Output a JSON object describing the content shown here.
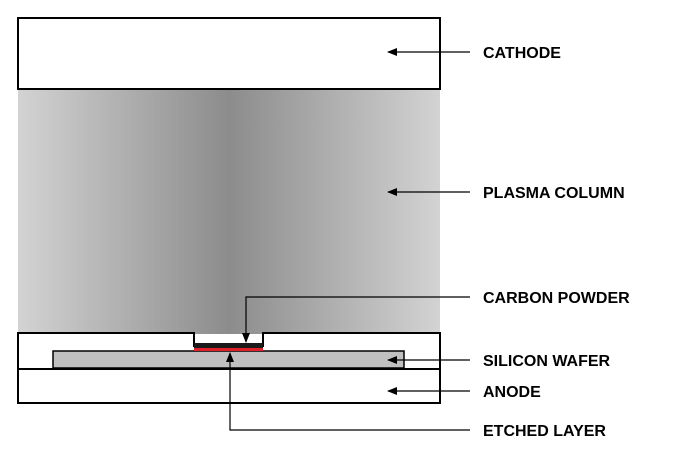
{
  "labels": {
    "cathode": "CATHODE",
    "plasma_column": "PLASMA COLUMN",
    "carbon_powder": "CARBON POWDER",
    "silicon_wafer": "SILICON WAFER",
    "anode": "ANODE",
    "etched_layer": "ETCHED LAYER"
  },
  "colors": {
    "outline": "#000000",
    "plasma_edge": "#d3d3d3",
    "plasma_center": "#8c8c8c",
    "wafer": "#c0c0c0",
    "carbon_powder": "#1a1a1a",
    "etched_layer": "#e0202a",
    "electrode_fill": "#ffffff"
  }
}
